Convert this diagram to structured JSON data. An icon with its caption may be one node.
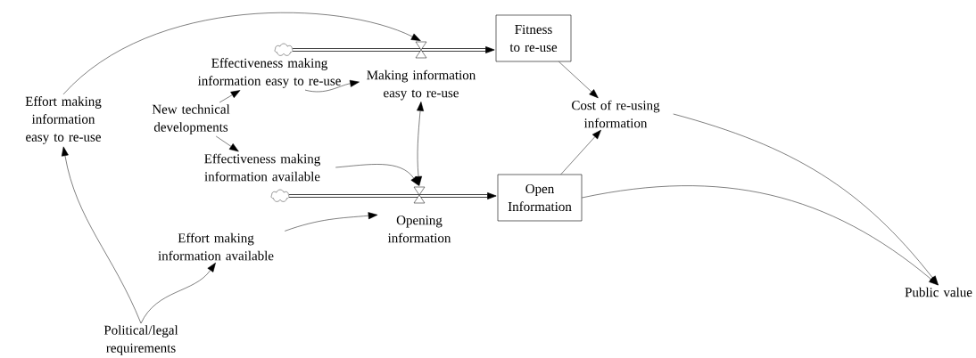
{
  "diagram": {
    "nodes": [
      {
        "text": [
          "Effort making information easy to re-use"
        ]
      },
      {
        "text": [
          "New technical developments"
        ]
      },
      {
        "text": [
          "Effectiveness making information easy to re-use"
        ]
      },
      {
        "text": [
          "Effectiveness making information available"
        ]
      },
      {
        "text": [
          "Effort making information available"
        ]
      },
      {
        "text": [
          "Political/legal requirements"
        ]
      },
      {
        "text": [],
        "shape": "cloud"
      },
      {
        "text": [
          "Making information easy to re-use"
        ]
      },
      {
        "text": [
          "Fitness to re-use"
        ]
      },
      {
        "text": [],
        "shape": "cloud"
      },
      {
        "text": [
          "Opening information"
        ]
      },
      {
        "text": [
          "Open Information"
        ]
      },
      {
        "text": [
          "Cost of re-using information"
        ]
      },
      {
        "text": [
          "Public value"
        ]
      }
    ],
    "edges": [
      {
        "from": 0,
        "to": 7,
        "arrow": "to"
      },
      {
        "from": 1,
        "to": 2,
        "arrow": "to"
      },
      {
        "from": 1,
        "to": 3,
        "arrow": "to"
      },
      {
        "from": 2,
        "to": 7,
        "arrow": "to"
      },
      {
        "from": 3,
        "to": 10,
        "arrow": "to"
      },
      {
        "from": 4,
        "to": 10,
        "arrow": "to"
      },
      {
        "from": 5,
        "to": 0,
        "arrow": "to"
      },
      {
        "from": 5,
        "to": 4,
        "arrow": "to"
      },
      {
        "from": 6,
        "to": 8,
        "arrow": "to",
        "style": "thick"
      },
      {
        "from": 9,
        "to": 11,
        "arrow": "to",
        "style": "thick"
      },
      {
        "from": 10,
        "to": 7,
        "arrow": "both"
      },
      {
        "from": 8,
        "to": 12,
        "arrow": "to"
      },
      {
        "from": 11,
        "to": 12,
        "arrow": "to"
      },
      {
        "from": 12,
        "to": 13,
        "arrow": "to"
      },
      {
        "from": 11,
        "to": 13,
        "arrow": "to"
      }
    ]
  }
}
